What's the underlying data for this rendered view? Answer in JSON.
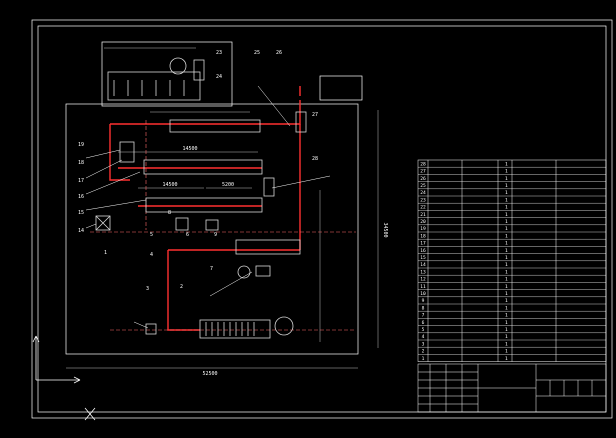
{
  "colors": {
    "background": "#000000",
    "line": "#ffffff",
    "red": "#ff3030",
    "pink": "#ff6a6a",
    "gray": "#bdbdbd",
    "equipment": "#d9d9d9"
  },
  "drawing": {
    "title_box_text": "",
    "top_dims": [
      "",
      ""
    ],
    "mid_dims": [
      "14500",
      "14500",
      "5200"
    ],
    "bottom_dim": "52500",
    "right_dim": "34500",
    "lower_right_dim": "",
    "labels": [
      {
        "id": "1",
        "text": "1"
      },
      {
        "id": "2",
        "text": "2"
      },
      {
        "id": "3",
        "text": "3"
      },
      {
        "id": "4",
        "text": "4"
      },
      {
        "id": "5",
        "text": "5"
      },
      {
        "id": "6",
        "text": "6"
      },
      {
        "id": "7",
        "text": "7"
      },
      {
        "id": "8",
        "text": "8"
      },
      {
        "id": "9",
        "text": "9"
      },
      {
        "id": "14",
        "text": "14"
      },
      {
        "id": "15",
        "text": "15"
      },
      {
        "id": "16",
        "text": "16"
      },
      {
        "id": "17",
        "text": "17"
      },
      {
        "id": "18",
        "text": "18"
      },
      {
        "id": "19",
        "text": "19"
      },
      {
        "id": "23",
        "text": "23"
      },
      {
        "id": "24",
        "text": "24"
      },
      {
        "id": "25",
        "text": "25"
      },
      {
        "id": "26",
        "text": "26"
      },
      {
        "id": "27",
        "text": "27"
      },
      {
        "id": "28",
        "text": "28"
      }
    ]
  },
  "parts_table": {
    "rows": [
      [
        "28",
        "",
        "",
        "1",
        "",
        ""
      ],
      [
        "27",
        "",
        "",
        "1",
        "",
        ""
      ],
      [
        "26",
        "",
        "",
        "1",
        "",
        ""
      ],
      [
        "25",
        "",
        "",
        "1",
        "",
        ""
      ],
      [
        "24",
        "",
        "",
        "1",
        "",
        ""
      ],
      [
        "23",
        "",
        "",
        "1",
        "",
        ""
      ],
      [
        "22",
        "",
        "",
        "1",
        "",
        ""
      ],
      [
        "21",
        "",
        "",
        "1",
        "",
        ""
      ],
      [
        "20",
        "",
        "",
        "1",
        "",
        ""
      ],
      [
        "19",
        "",
        "",
        "1",
        "",
        ""
      ],
      [
        "18",
        "",
        "",
        "1",
        "",
        ""
      ],
      [
        "17",
        "",
        "",
        "1",
        "",
        ""
      ],
      [
        "16",
        "",
        "",
        "1",
        "",
        ""
      ],
      [
        "15",
        "",
        "",
        "1",
        "",
        ""
      ],
      [
        "14",
        "",
        "",
        "1",
        "",
        ""
      ],
      [
        "13",
        "",
        "",
        "1",
        "",
        ""
      ],
      [
        "12",
        "",
        "",
        "1",
        "",
        ""
      ],
      [
        "11",
        "",
        "",
        "1",
        "",
        ""
      ],
      [
        "10",
        "",
        "",
        "1",
        "",
        ""
      ],
      [
        "9",
        "",
        "",
        "1",
        "",
        ""
      ],
      [
        "8",
        "",
        "",
        "1",
        "",
        ""
      ],
      [
        "7",
        "",
        "",
        "1",
        "",
        ""
      ],
      [
        "6",
        "",
        "",
        "1",
        "",
        ""
      ],
      [
        "5",
        "",
        "",
        "1",
        "",
        ""
      ],
      [
        "4",
        "",
        "",
        "1",
        "",
        ""
      ],
      [
        "3",
        "",
        "",
        "1",
        "",
        ""
      ],
      [
        "2",
        "",
        "",
        "1",
        "",
        ""
      ],
      [
        "1",
        "",
        "",
        "1",
        "",
        ""
      ]
    ]
  },
  "title_block": {
    "main_title": "",
    "drawing_name": "",
    "scale_text": "",
    "company": ""
  }
}
